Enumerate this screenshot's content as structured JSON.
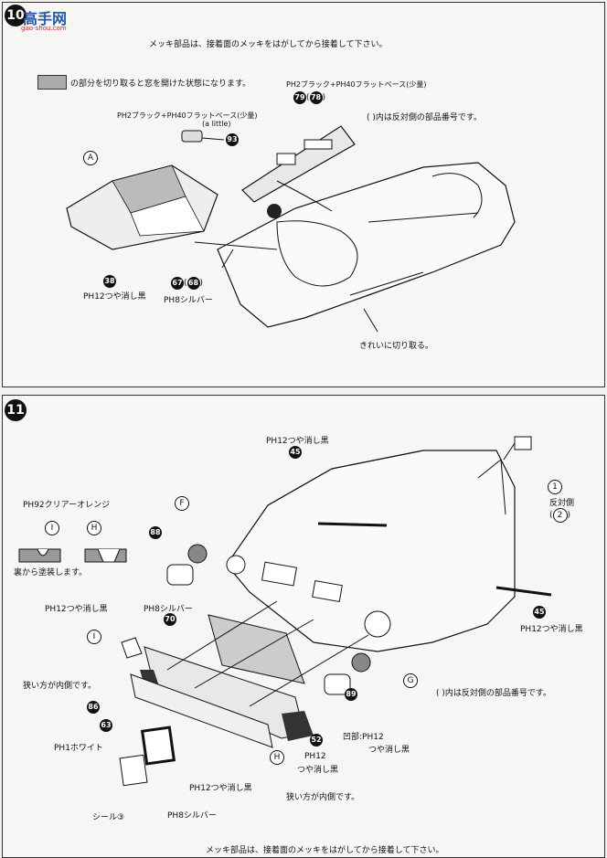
{
  "watermark": {
    "main": "高手网",
    "sub": "gao-shou.com"
  },
  "step10": {
    "number": "10",
    "note_top": "メッキ部品は、接着面のメッキをはがしてから接着して下さい。",
    "cut_note": "の部分を切り取ると窓を開けた状態になります。",
    "paint_93": "PH2ブラック+PH40フラットベース(少量)",
    "a_little": "(a little)",
    "paint_79": "PH2ブラック+PH40フラットベース(少量)",
    "parts_79": "79",
    "parts_78": "78",
    "opp_note": "(   )内は反対側の部品番号です。",
    "part_93": "93",
    "part_a": "A",
    "part_38": "38",
    "paint_38": "PH12つや消し黒",
    "part_67": "67",
    "part_68": "68",
    "paint_67": "PH8シルバー",
    "cut_clean": "きれいに切り取る。"
  },
  "step11": {
    "number": "11",
    "paint_45_top": "PH12つや消し黒",
    "part_45": "45",
    "clear_orange": "PH92クリアーオレンジ",
    "part_i": "I",
    "part_h": "H",
    "back_paint": "裏から塗装します。",
    "part_f": "F",
    "part_88": "88",
    "part_1": "1",
    "opp_side": "反対側",
    "part_2": "2",
    "paint_black_left": "PH12つや消し黒",
    "paint_silver": "PH8シルバー",
    "part_70": "70",
    "part_i2": "I",
    "narrow_inside": "狭い方が内側です。",
    "part_86": "86",
    "part_63": "63",
    "paint_white": "PH1ホワイト",
    "seal": "シール③",
    "paint_black_bottom": "PH12つや消し黒",
    "paint_silver_bottom": "PH8シルバー",
    "part_h2": "H",
    "paint_45_right": "PH12つや消し黒",
    "part_45b": "45",
    "part_g": "G",
    "part_89": "89",
    "opp_note2": "(   )内は反対側の部品番号です。",
    "concave": "凹部:PH12",
    "concave2": "つや消し黒",
    "part_52": "52",
    "paint_52": "PH12",
    "paint_52b": "つや消し黒",
    "narrow_inside2": "狭い方が内側です。",
    "note_bottom": "メッキ部品は、接着面のメッキをはがしてから接着して下さい。"
  }
}
